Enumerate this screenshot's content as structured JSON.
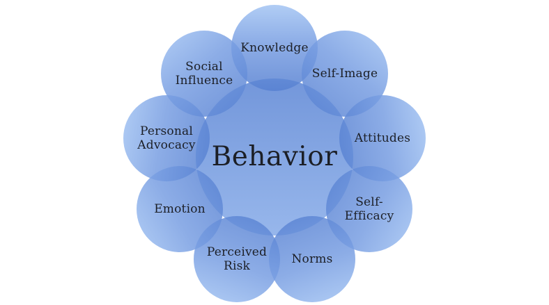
{
  "diagram": {
    "center_label": "Behavior",
    "nodes": [
      {
        "name": "knowledge",
        "label": "Knowledge"
      },
      {
        "name": "self-image",
        "label": "Self-Image"
      },
      {
        "name": "attitudes",
        "label": "Attitudes"
      },
      {
        "name": "self-efficacy",
        "label": "Self-\nEfficacy"
      },
      {
        "name": "norms",
        "label": "Norms"
      },
      {
        "name": "perceived-risk",
        "label": "Perceived\nRisk"
      },
      {
        "name": "emotion",
        "label": "Emotion"
      },
      {
        "name": "personal-advocacy",
        "label": "Personal\nAdvocacy"
      },
      {
        "name": "social-influence",
        "label": "Social\nInfluence"
      }
    ],
    "colors": {
      "background": "#FFFFFF",
      "node_inner_dark": "#5680D1",
      "node_outer_light": "#A3C4F3",
      "center_top": "#5A84D4",
      "center_bottom": "#85AAE8",
      "text": "#1C1F26"
    }
  }
}
